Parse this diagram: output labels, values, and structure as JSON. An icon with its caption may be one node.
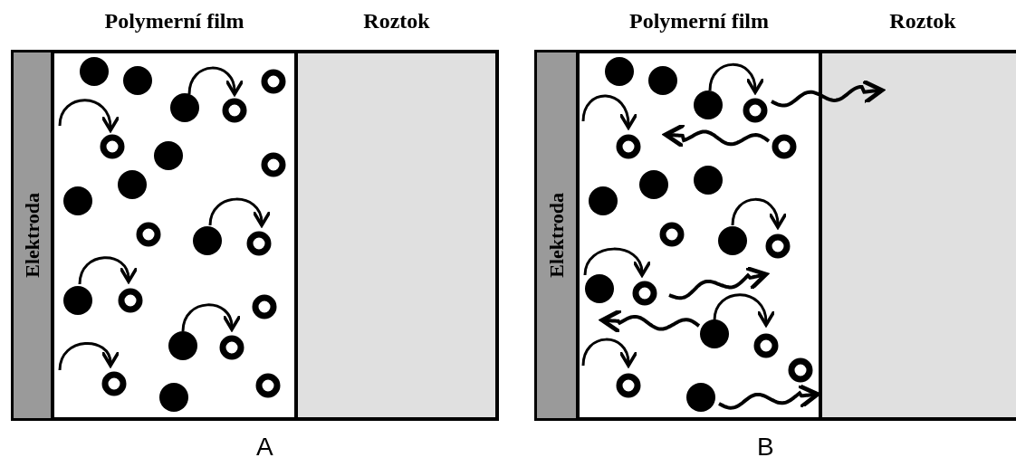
{
  "diagram": {
    "nodes": [
      {
        "text": [
          "Elektroda"
        ]
      },
      {
        "text": [
          "Polymerní film"
        ]
      },
      {
        "text": [
          "Roztok"
        ]
      },
      {
        "text": [
          "Elektroda"
        ]
      },
      {
        "text": [
          "Polymerní film"
        ]
      },
      {
        "text": [
          "Roztok"
        ]
      }
    ],
    "edges": [
      {
        "from": 4,
        "to": 5,
        "arrow": "to"
      }
    ],
    "labels": [
      "A",
      "B"
    ]
  }
}
